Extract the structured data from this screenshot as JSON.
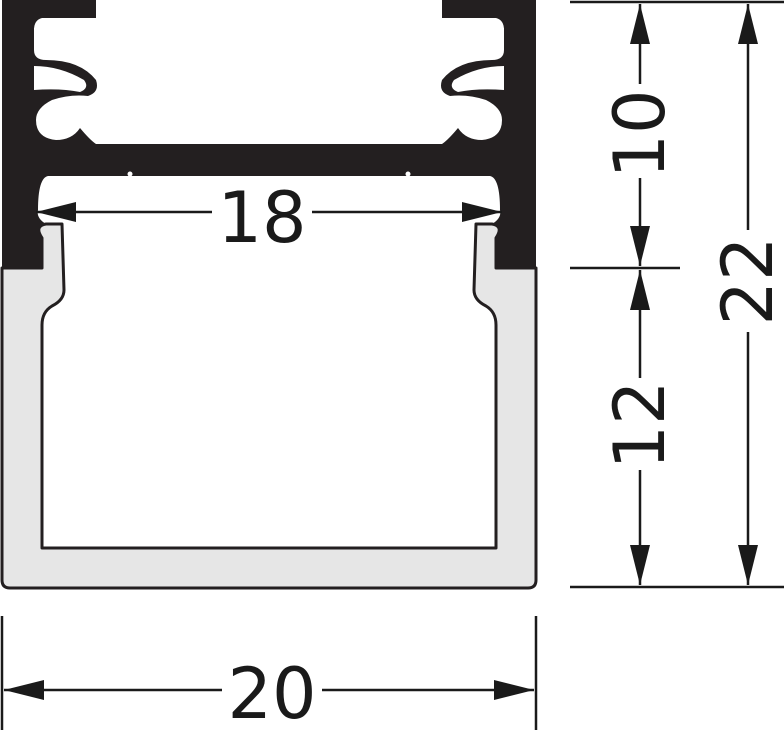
{
  "drawing": {
    "colors": {
      "profile_dark": "#231f20",
      "diffuser_fill": "#e6e6e6",
      "outline": "#231f20",
      "background": "#ffffff",
      "dimension_line": "#1a1a1a"
    },
    "dimensions": {
      "inner_width": "18",
      "overall_width": "20",
      "upper_height": "10",
      "lower_height": "12",
      "overall_height": "22"
    }
  }
}
